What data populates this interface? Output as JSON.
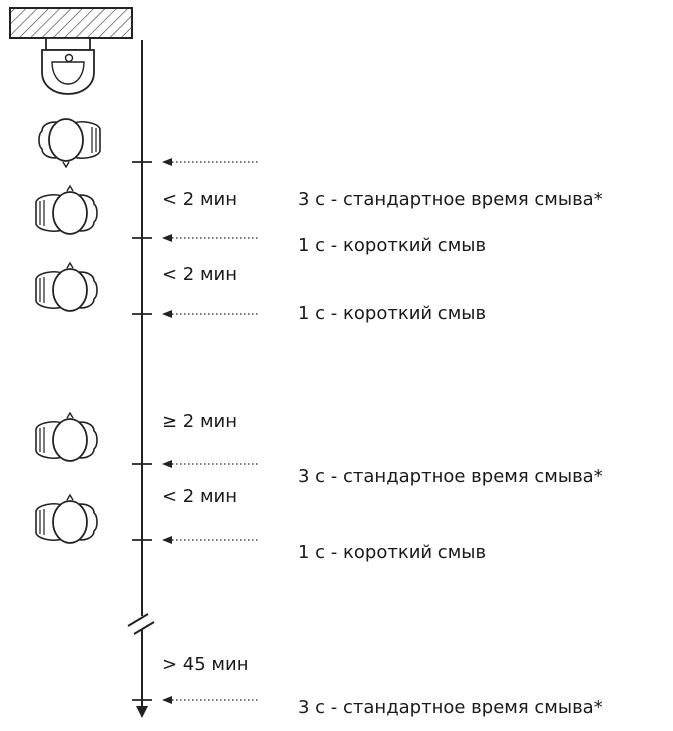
{
  "timeline": {
    "intervals": [
      {
        "label": "< 2 мин"
      },
      {
        "label": "< 2 мин"
      },
      {
        "label": "≥ 2 мин"
      },
      {
        "label": "< 2 мин"
      },
      {
        "label": "> 45 мин"
      }
    ],
    "flushes": [
      {
        "label": "3 с - стандартное время смыва*"
      },
      {
        "label": "1 с - короткий смыв"
      },
      {
        "label": "1 с - короткий смыв"
      },
      {
        "label": "3 с - стандартное время смыва*"
      },
      {
        "label": "1 с - короткий смыв"
      },
      {
        "label": "3 с - стандартное время смыва*"
      }
    ]
  },
  "icons": {
    "ceiling": "ceiling-hatch-icon",
    "sensor": "urinal-sensor-icon",
    "person": "person-top-view-icon"
  }
}
